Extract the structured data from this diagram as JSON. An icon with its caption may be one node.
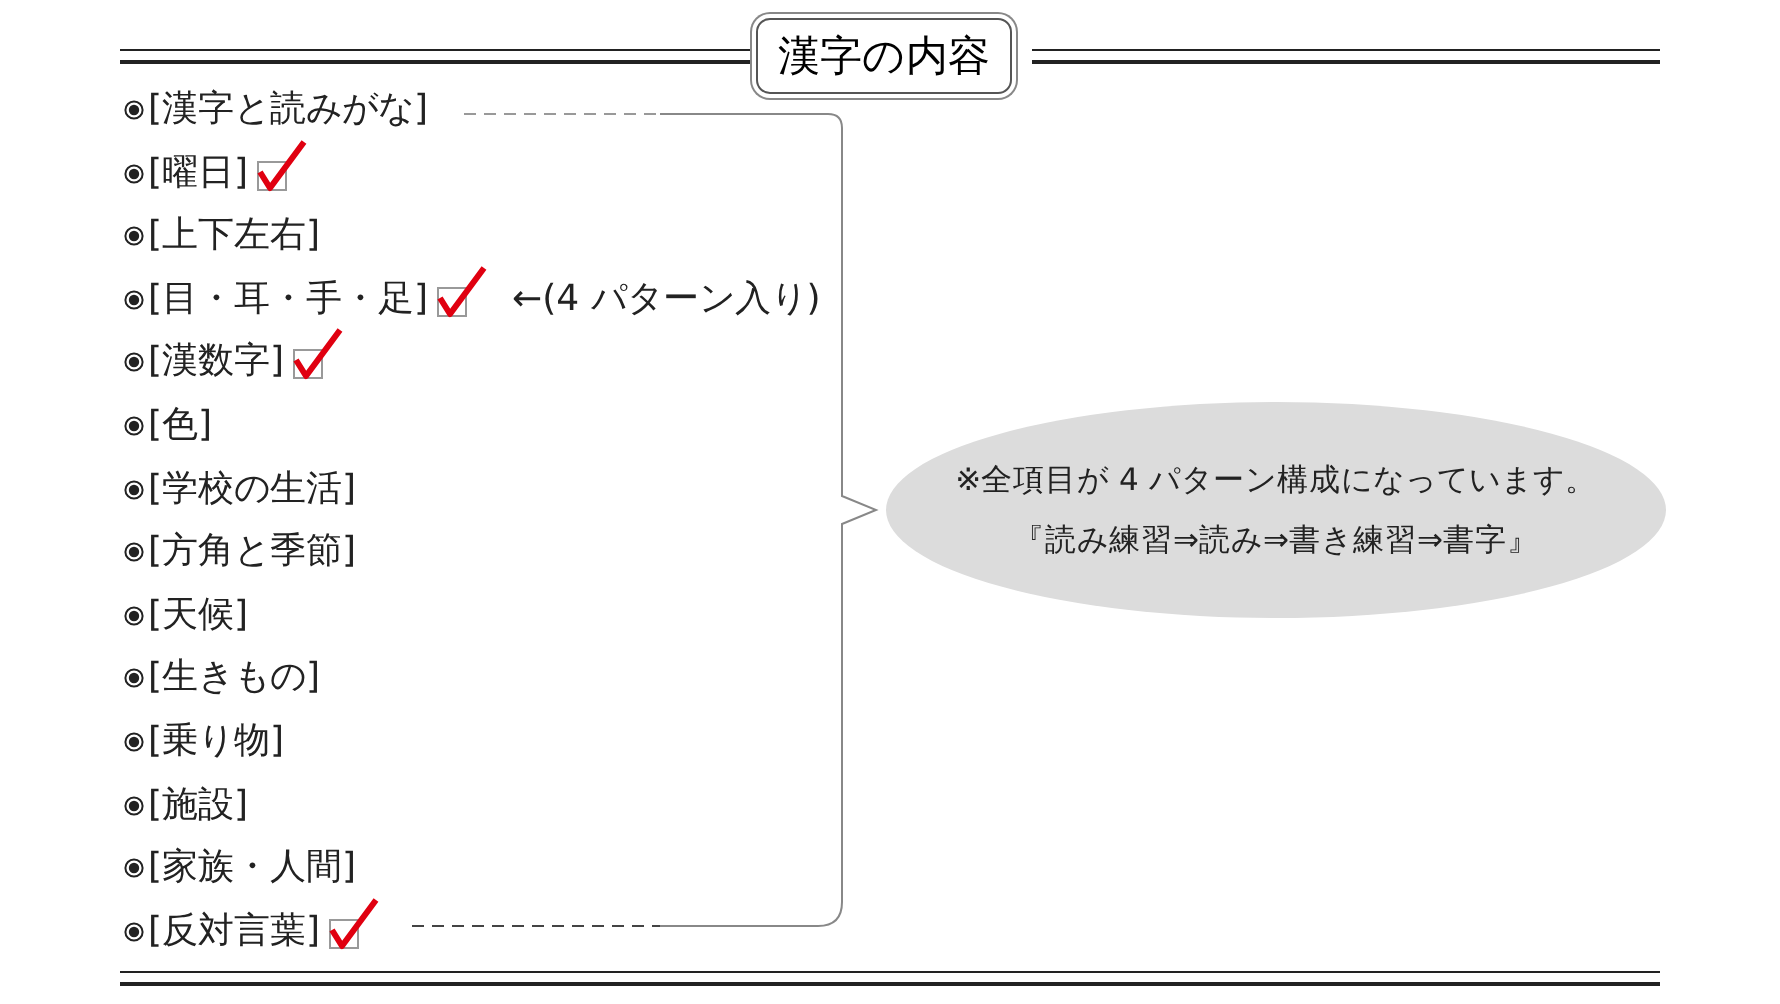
{
  "diagram": {
    "title": "漢字の内容",
    "nodes": [
      {
        "text": [
          "※全項目が 4 パターン構成になっています。",
          "『読み練習⇒読み⇒書き練習⇒書字』"
        ]
      }
    ],
    "labels": [
      "[漢字と読みがな]",
      "[曜日]",
      "[上下左右]",
      "[目・耳・手・足]",
      "←(4 パターン入り)",
      "[漢数字]",
      "[色]",
      "[学校の生活]",
      "[方角と季節]",
      "[天候]",
      "[生きもの]",
      "[乗り物]",
      "[施設]",
      "[家族・人間]",
      "[反対言葉]"
    ]
  }
}
